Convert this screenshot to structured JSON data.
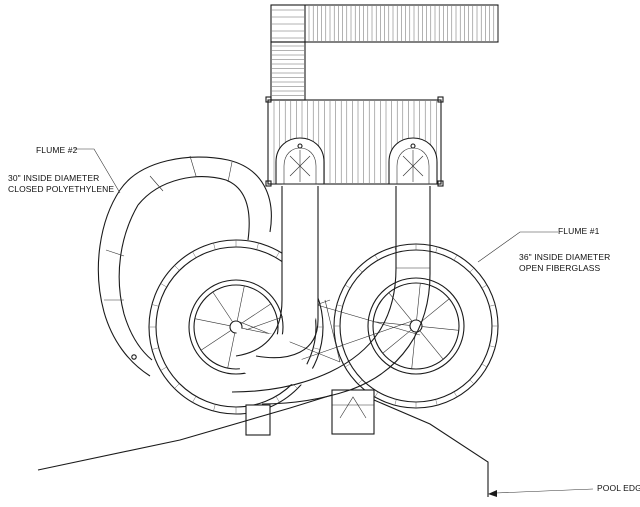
{
  "labels": {
    "flume2_title": "FLUME #2",
    "flume2_spec_line1": "30\" INSIDE DIAMETER",
    "flume2_spec_line2": "CLOSED POLYETHYLENE",
    "flume1_title": "FLUME #1",
    "flume1_spec_line1": "36\" INSIDE DIAMETER",
    "flume1_spec_line2": "OPEN FIBERGLASS",
    "pool_edge": "POOL EDGE"
  }
}
